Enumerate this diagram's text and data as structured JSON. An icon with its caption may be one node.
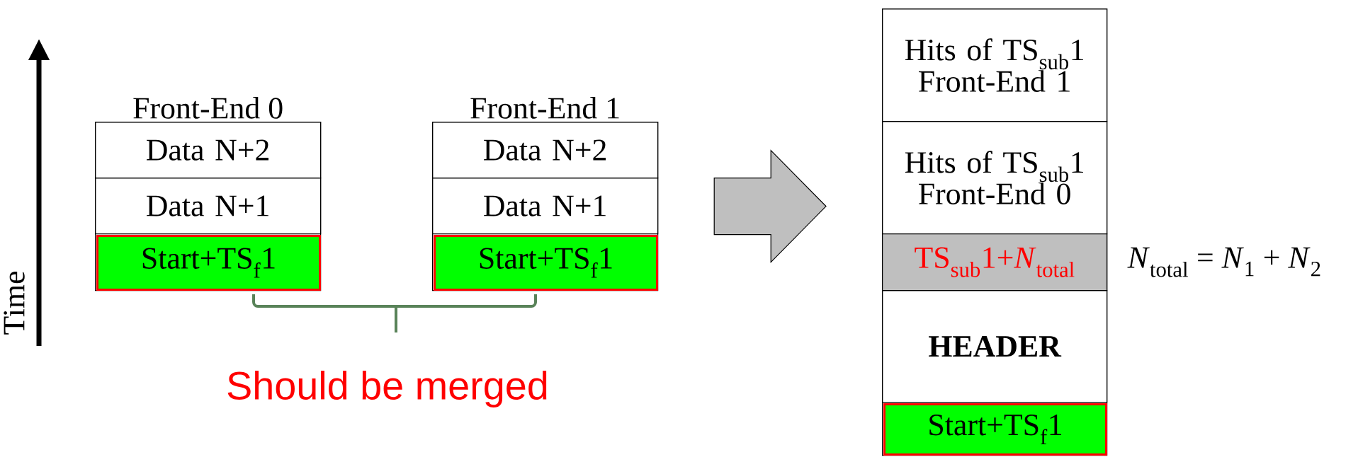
{
  "diagram": {
    "nodes": [
      {
        "text": [
          "Front-End 0"
        ]
      },
      {
        "text": [
          "Data N+2"
        ],
        "in": 0
      },
      {
        "text": [
          "Data N+1"
        ],
        "in": 0
      },
      {
        "text": [
          "Start+TS$_{f}$1"
        ],
        "in": 0
      },
      {
        "text": [
          "Front-End 1"
        ]
      },
      {
        "text": [
          "Data N+2"
        ],
        "in": 4
      },
      {
        "text": [
          "Data N+1"
        ],
        "in": 4
      },
      {
        "text": [
          "Start+TS$_{f}$1"
        ],
        "in": 4
      },
      {
        "text": [],
        "shape": "box"
      },
      {
        "text": [
          "Hits of TS$_{sub}$1 Front-End 1"
        ],
        "in": 8
      },
      {
        "text": [
          "Hits of TS$_{sub}$1 Front-End 0"
        ],
        "in": 8
      },
      {
        "text": [
          "TS$_{sub}$1+*N*$_{total}$"
        ],
        "in": 8,
        "beside": [
          "*N*$_{total}$ = *N*$_{1}$ + *N*$_{2}$"
        ]
      },
      {
        "text": [
          "HEADER"
        ],
        "in": 8
      },
      {
        "text": [
          "Start+TS$_{f}$1"
        ],
        "in": 8
      }
    ],
    "edges": [
      {
        "from": 4,
        "to": 8,
        "arrow": "to"
      }
    ],
    "labels": [
      "Time",
      "Should be merged"
    ]
  }
}
